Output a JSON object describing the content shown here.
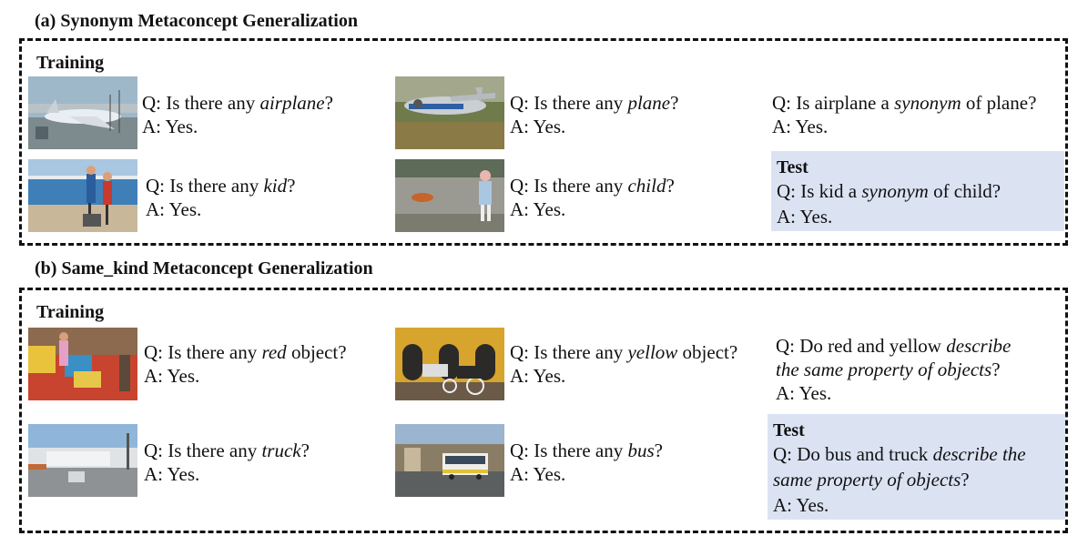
{
  "section_a": {
    "title": "(a) Synonym Metaconcept Generalization",
    "training_label": "Training",
    "items": [
      {
        "q_pre": "Q: Is there any ",
        "q_em": "airplane",
        "q_post": "?",
        "a": "A: Yes.",
        "image": "airport-airplane-photo"
      },
      {
        "q_pre": "Q: Is there any ",
        "q_em": "plane",
        "q_post": "?",
        "a": "A: Yes.",
        "image": "old-plane-in-grass-photo"
      },
      {
        "q_pre": "Q: Is there any ",
        "q_em": "kid",
        "q_post": "?",
        "a": "A: Yes.",
        "image": "marina-kids-photo"
      },
      {
        "q_pre": "Q: Is there any ",
        "q_em": "child",
        "q_post": "?",
        "a": "A: Yes.",
        "image": "child-on-street-photo"
      }
    ],
    "relation": {
      "q_pre": "Q: Is airplane a ",
      "q_em": "synonym",
      "q_post": " of plane?",
      "a": "A: Yes."
    },
    "test": {
      "label": "Test",
      "q_pre": "Q: Is kid a ",
      "q_em": "synonym",
      "q_post": " of child?",
      "a": "A: Yes."
    }
  },
  "section_b": {
    "title": "(b) Same_kind Metaconcept Generalization",
    "training_label": "Training",
    "items": [
      {
        "q_pre": "Q: Is there any ",
        "q_em": "red",
        "q_post": " object?",
        "a": "A: Yes.",
        "image": "playground-red-photo"
      },
      {
        "q_pre": "Q: Is there any ",
        "q_em": "yellow",
        "q_post": " object?",
        "a": "A: Yes.",
        "image": "yellow-building-carriage-photo"
      },
      {
        "q_pre": "Q: Is there any ",
        "q_em": "truck",
        "q_post": "?",
        "a": "A: Yes.",
        "image": "truck-warehouse-photo"
      },
      {
        "q_pre": "Q: Is there any ",
        "q_em": "bus",
        "q_post": "?",
        "a": "A: Yes.",
        "image": "bus-street-photo"
      }
    ],
    "relation": {
      "q_pre": "Q: Do red and yellow ",
      "q_em_1": "describe",
      "q_em_2": "the same property of objects",
      "q_post": "?",
      "a": "A: Yes."
    },
    "test": {
      "label": "Test",
      "q_pre": "Q: Do bus and truck ",
      "q_em_1": "describe the",
      "q_em_2": "same property of objects",
      "q_post": "?",
      "a": "A: Yes."
    }
  },
  "colors": {
    "test_box": "#dbe3f3",
    "border": "#111111"
  }
}
